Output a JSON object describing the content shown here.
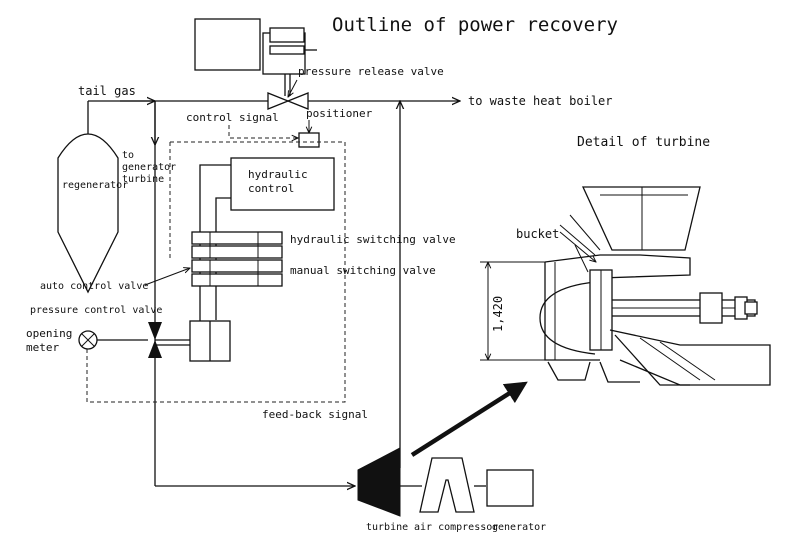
{
  "title": "Outline of power recovery",
  "labels": {
    "pressure_release_valve": "pressure release valve",
    "tail_gas": "tail gas",
    "to_waste_heat_boiler": "to waste heat boiler",
    "control_signal": "control signal",
    "positioner": "positioner",
    "to_generator_turbine": [
      "to",
      "generator",
      "turbine"
    ],
    "regenerator": "regenerator",
    "hydraulic_control": [
      "hydraulic",
      "control"
    ],
    "hydraulic_switching_valve": "hydraulic switching valve",
    "manual_switching_valve": "manual switching valve",
    "auto_control_valve": "auto control valve",
    "pressure_control_valve": "pressure control valve",
    "opening_meter": [
      "opening",
      "meter"
    ],
    "feed_back_signal": "feed-back signal",
    "turbine": "turbine",
    "air_compressor": "air compressor",
    "generator": "generator",
    "detail_of_turbine": "Detail of turbine",
    "bucket": "bucket",
    "dimension": "1,420"
  }
}
